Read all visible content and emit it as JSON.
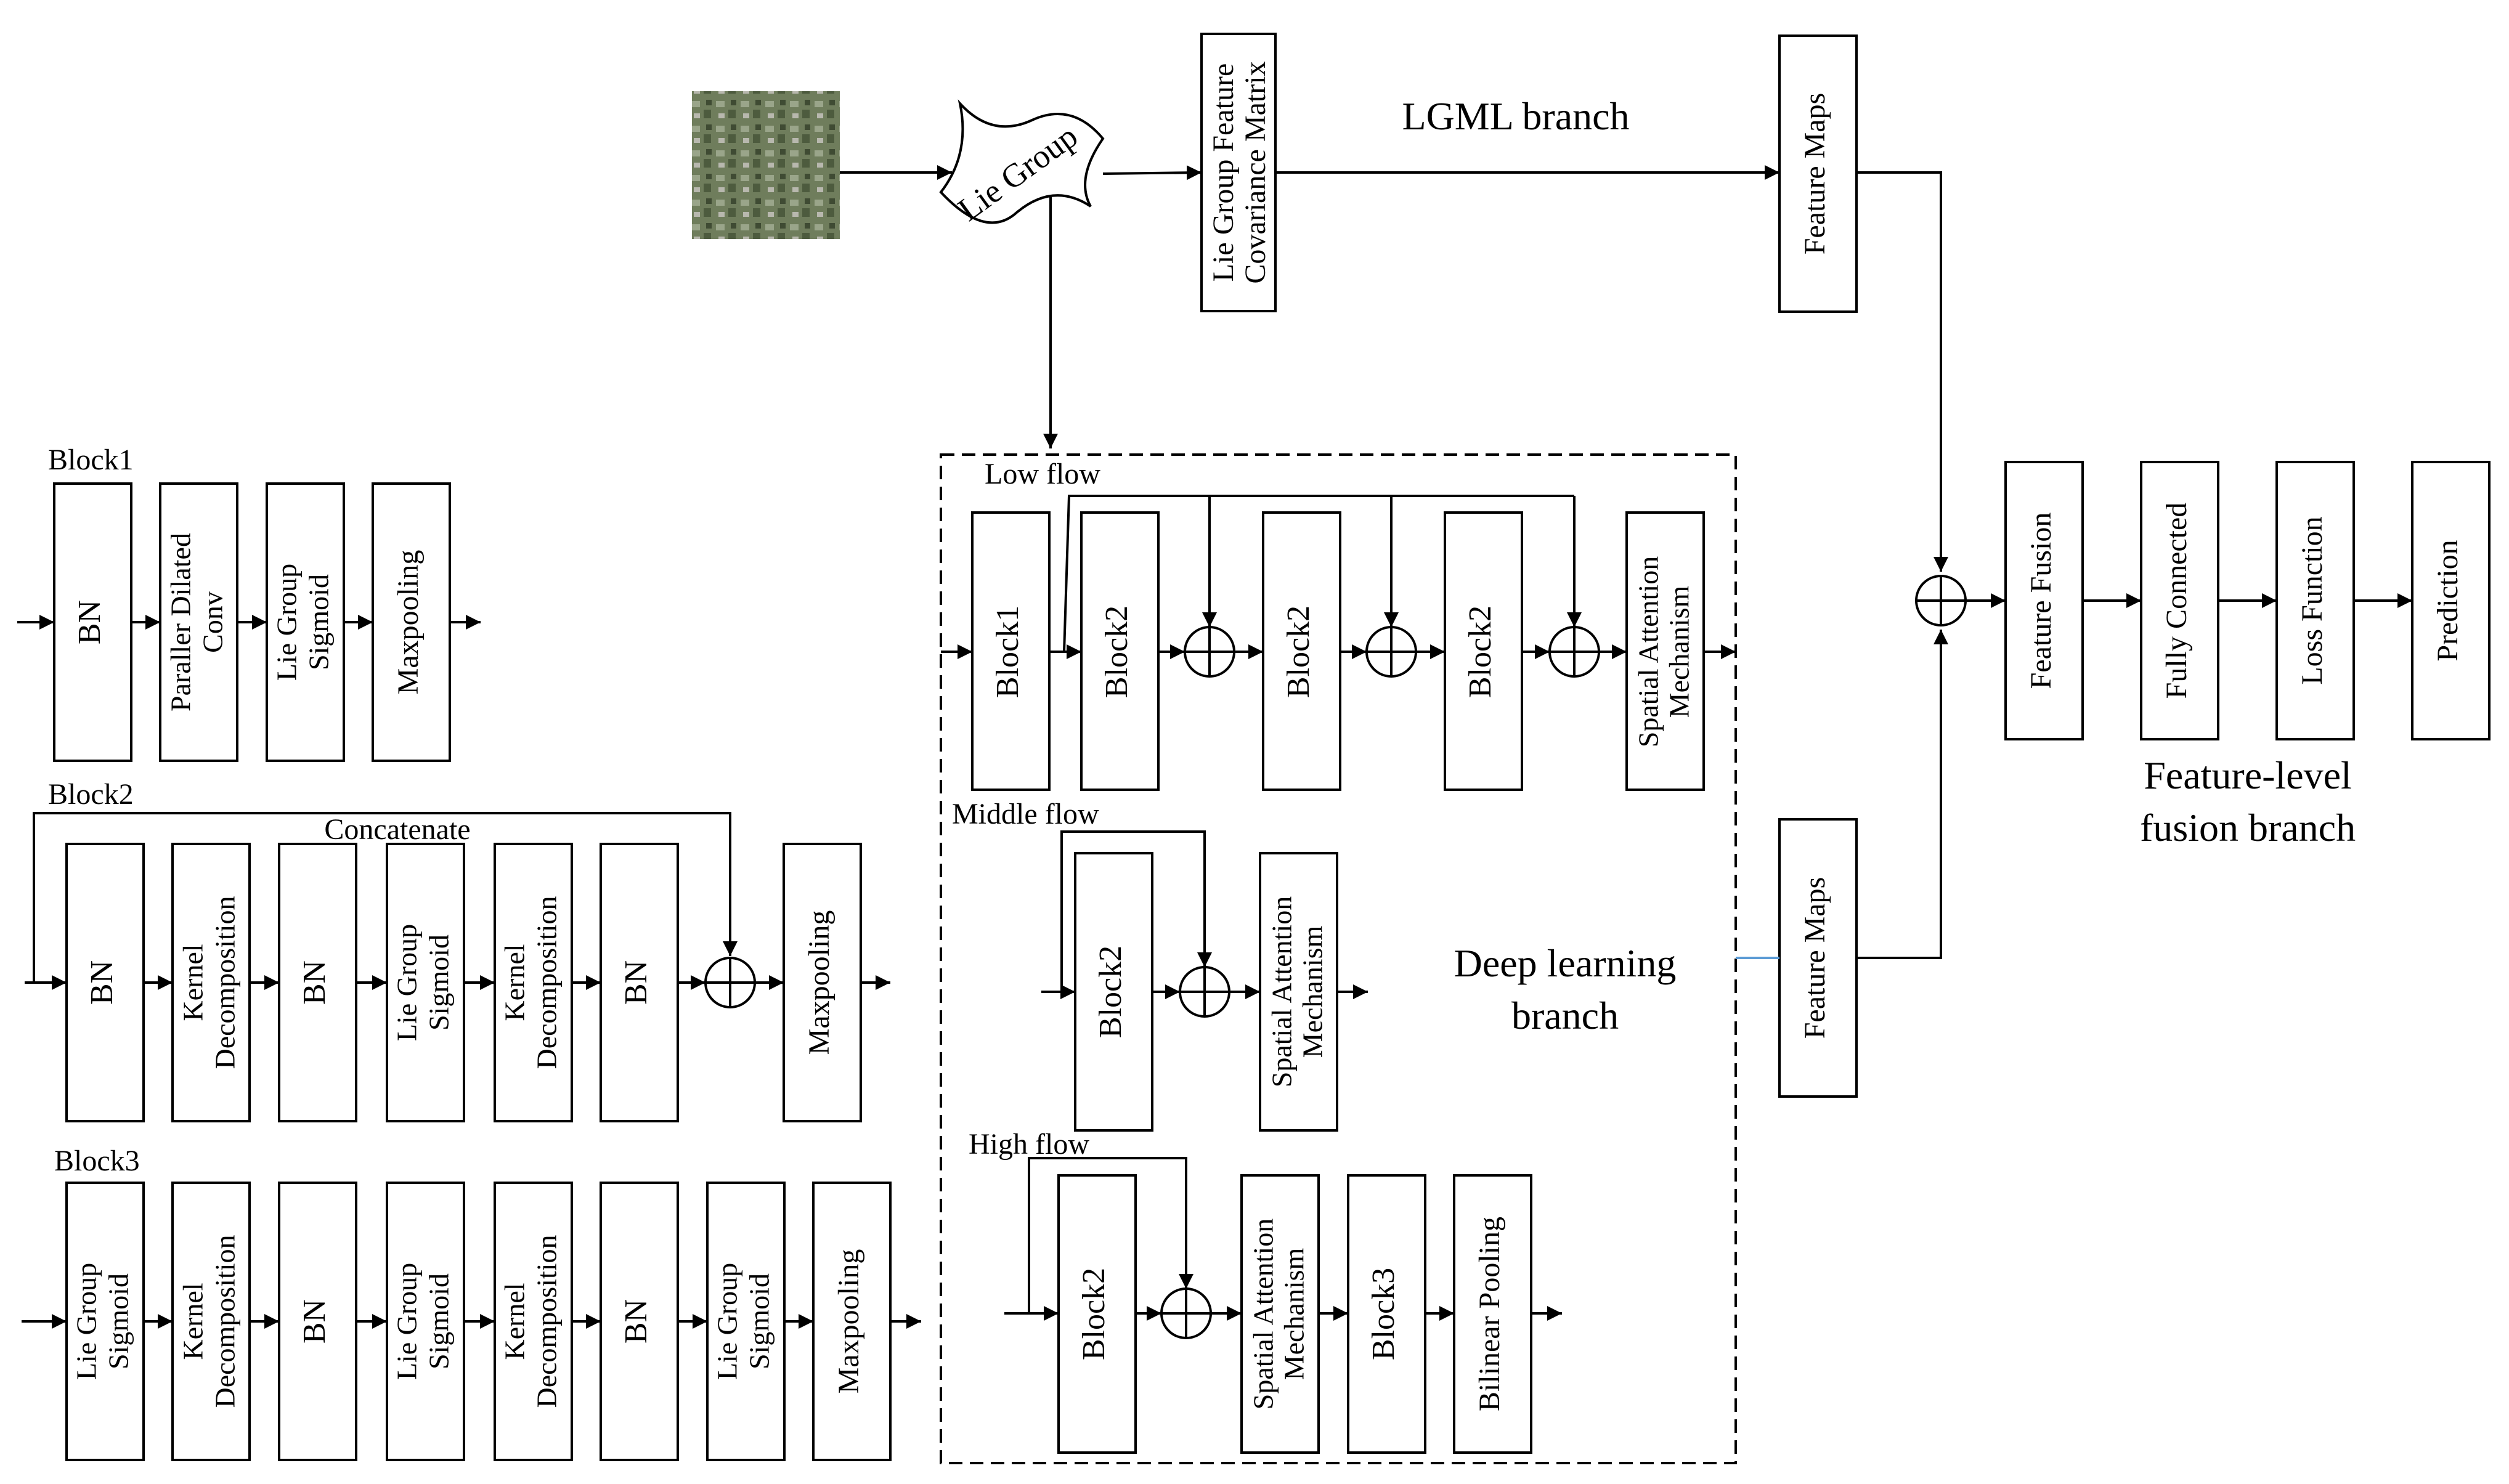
{
  "lgml": {
    "branch_label": "LGML branch",
    "lie_group_label": "Lie Group",
    "cov_line1": "Lie Group Feature",
    "cov_line2": "Covariance Matrix",
    "feature_maps_top": "Feature Maps"
  },
  "deep": {
    "branch_line1": "Deep learning",
    "branch_line2": "branch",
    "feature_maps_bottom": "Feature Maps",
    "low_flow": {
      "title": "Low flow",
      "block1": "Block1",
      "block2_a": "Block2",
      "block2_b": "Block2",
      "block2_c": "Block2",
      "sam_line1": "Spatial Attention",
      "sam_line2": "Mechanism"
    },
    "middle_flow": {
      "title": "Middle flow",
      "block2": "Block2",
      "sam_line1": "Spatial Attention",
      "sam_line2": "Mechanism"
    },
    "high_flow": {
      "title": "High flow",
      "block2": "Block2",
      "sam_line1": "Spatial Attention",
      "sam_line2": "Mechanism",
      "block3": "Block3",
      "bilinear": "Bilinear Pooling"
    }
  },
  "fusion": {
    "feature_fusion": "Feature Fusion",
    "fully_connected": "Fully Connected",
    "loss_function": "Loss Function",
    "prediction": "Prediction",
    "branch_line1": "Feature-level",
    "branch_line2": "fusion branch"
  },
  "block1": {
    "title": "Block1",
    "bn": "BN",
    "pdc_line1": "Paraller Dilated",
    "pdc_line2": "Conv",
    "lgs_line1": "Lie Group",
    "lgs_line2": "Sigmoid",
    "maxpool": "Maxpooling"
  },
  "block2": {
    "title": "Block2",
    "concatenate": "Concatenate",
    "bn_1": "BN",
    "kd1_line1": "Kernel",
    "kd1_line2": "Decomposition",
    "bn_2": "BN",
    "lgs_line1": "Lie Group",
    "lgs_line2": "Sigmoid",
    "kd2_line1": "Kernel",
    "kd2_line2": "Decomposition",
    "bn_3": "BN",
    "maxpool": "Maxpooling"
  },
  "block3": {
    "title": "Block3",
    "lgs1_line1": "Lie Group",
    "lgs1_line2": "Sigmoid",
    "kd1_line1": "Kernel",
    "kd1_line2": "Decomposition",
    "bn_1": "BN",
    "lgs2_line1": "Lie Group",
    "lgs2_line2": "Sigmoid",
    "kd2_line1": "Kernel",
    "kd2_line2": "Decomposition",
    "bn_2": "BN",
    "lgs3_line1": "Lie Group",
    "lgs3_line2": "Sigmoid",
    "maxpool": "Maxpooling"
  }
}
